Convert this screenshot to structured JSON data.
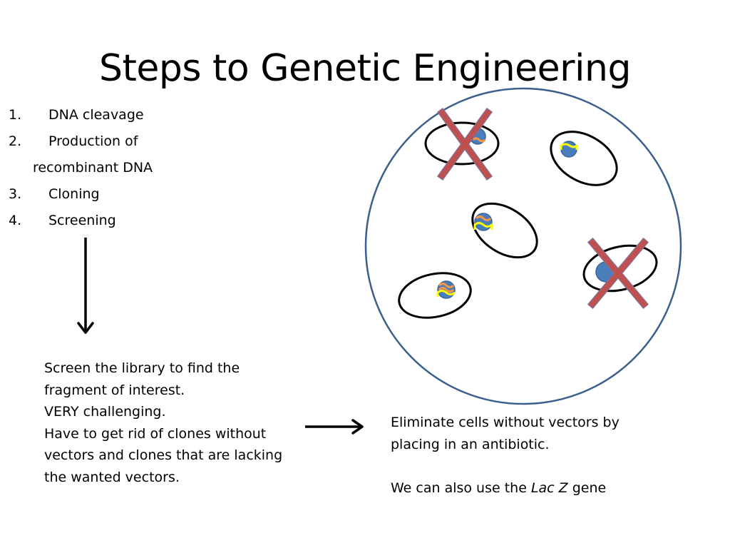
{
  "slide": {
    "title": "Steps to Genetic Engineering",
    "steps": [
      {
        "number": "1.",
        "label": "DNA cleavage"
      },
      {
        "number": "2.",
        "label": "Production of",
        "continuation": "recombinant DNA"
      },
      {
        "number": "3.",
        "label": "Cloning"
      },
      {
        "number": "4.",
        "label": "Screening"
      }
    ],
    "screening_text": {
      "lines": [
        "Screen the library to find the",
        "fragment of interest.",
        "VERY challenging.",
        "Have to get rid of clones without",
        "vectors and clones that are lacking",
        "the wanted vectors."
      ]
    },
    "antibiotic_text": {
      "line1": "Eliminate cells without vectors by",
      "line2": "placing in an antibiotic.",
      "line3_prefix": "We can also use the ",
      "line3_italic": "Lac Z",
      "line3_suffix": " gene"
    }
  },
  "colors": {
    "dish_outline": "#3b5f8c",
    "cell_outline": "#000000",
    "nucleus_fill": "#4a7ebb",
    "nucleus_stroke": "#3a6598",
    "vector_yellow": "#ffff00",
    "insert_orange": "#f79646",
    "cross_fill": "#c0504d",
    "cross_stroke": "#8b6c8e"
  },
  "icons": [
    "down-arrow-icon",
    "right-arrow-icon",
    "cross-mark-icon"
  ]
}
